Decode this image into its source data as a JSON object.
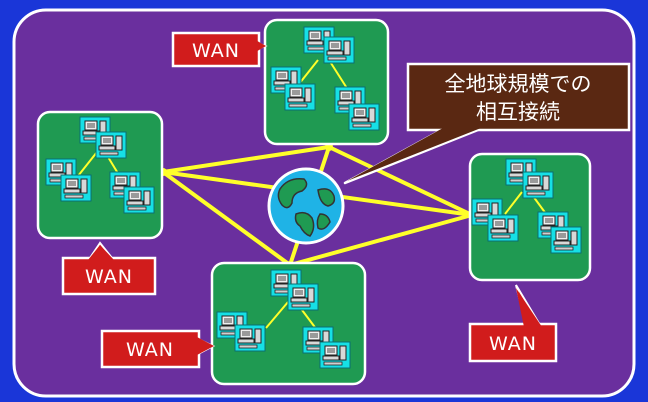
{
  "diagram": {
    "wan_labels": [
      "WAN",
      "WAN",
      "WAN",
      "WAN"
    ],
    "callout": {
      "line1": "全地球規模での",
      "line2": "相互接続"
    },
    "colors": {
      "background": "#1a36d8",
      "panel": "#6a2f9e",
      "network_box": "#1f9a52",
      "computer_tile": "#19e2e8",
      "link": "#ffff2a",
      "wan_tag": "#d11c1c",
      "callout": "#5a2812"
    },
    "icons": [
      "computer-icon",
      "globe-icon"
    ]
  }
}
